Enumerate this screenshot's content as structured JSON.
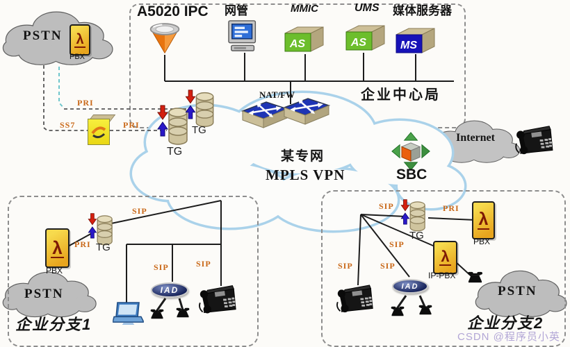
{
  "central_office": {
    "region_label": "企业中心局",
    "natfw_label": "NAT/FW",
    "servers": [
      {
        "name": "A5020 IPC"
      },
      {
        "name": "网管"
      },
      {
        "name": "MMIC",
        "badge": "AS"
      },
      {
        "name": "UMS",
        "badge": "AS"
      },
      {
        "name": "媒体服务器",
        "badge": "MS"
      }
    ]
  },
  "core_network": {
    "cloud_name_line1": "某专网",
    "cloud_name_line2": "MPLS VPN",
    "sbc_label": "SBC",
    "internet_label": "Internet"
  },
  "pstn_left": {
    "cloud_label": "PSTN",
    "pbx_label": "PBX",
    "link_pri_top": "PRI",
    "link_ss7": "SS7",
    "link_pri_mid": "PRI",
    "tg_upper_label": "TG",
    "tg_lower_label": "TG"
  },
  "branch1": {
    "region_label": "企业分支1",
    "cloud_label": "PSTN",
    "pbx_label": "PBX",
    "tg_label": "TG",
    "iad_label": "IAD",
    "link_pri": "PRI",
    "link_sip_tg": "SIP",
    "link_sip_iad": "SIP",
    "link_sip_phone": "SIP"
  },
  "branch2": {
    "region_label": "企业分支2",
    "cloud_label": "PSTN",
    "pbx_label": "PBX",
    "ippbx_label": "IP-PBX",
    "tg_label": "TG",
    "iad_label": "IAD",
    "link_sip_tg": "SIP",
    "link_pri": "PRI",
    "link_sip_ippbx": "SIP",
    "link_sip_iad": "SIP",
    "link_sip_phone": "SIP"
  },
  "watermark": "CSDN @程序员小英",
  "colors": {
    "link_label_orange": "#c96818",
    "cloud_gray": "#bdbdbd",
    "mpls_cloud_blue": "#aad2ea",
    "as_box_green": "#6cbe2c",
    "ms_box_blue": "#1712b8",
    "pbx_yellow": "#f0c838",
    "sbc_orange": "#ea5f0e"
  }
}
